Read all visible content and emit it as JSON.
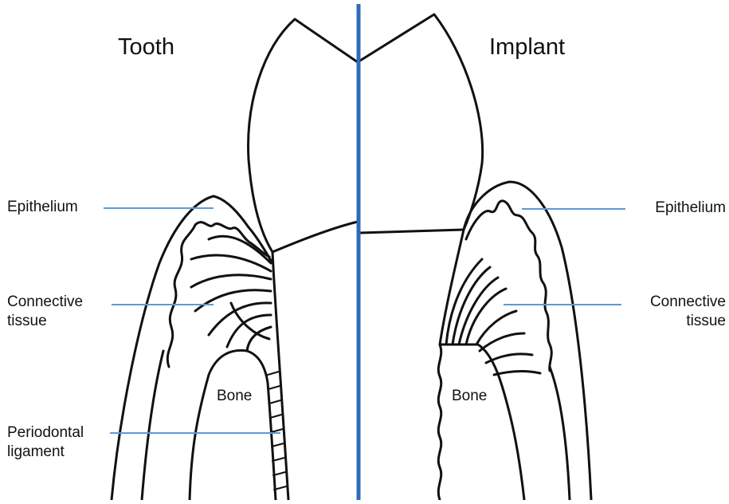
{
  "titles": {
    "left": "Tooth",
    "right": "Implant"
  },
  "labels": {
    "epithelium_left": "Epithelium",
    "connective_left_1": "Connective",
    "connective_left_2": "tissue",
    "periodontal_1": "Periodontal",
    "periodontal_2": "ligament",
    "bone_left": "Bone",
    "epithelium_right": "Epithelium",
    "connective_right_1": "Connective",
    "connective_right_2": "tissue",
    "bone_right": "Bone"
  },
  "colors": {
    "divider": "#2e6db4",
    "leader": "#5b9bd5",
    "ink": "#111111"
  }
}
